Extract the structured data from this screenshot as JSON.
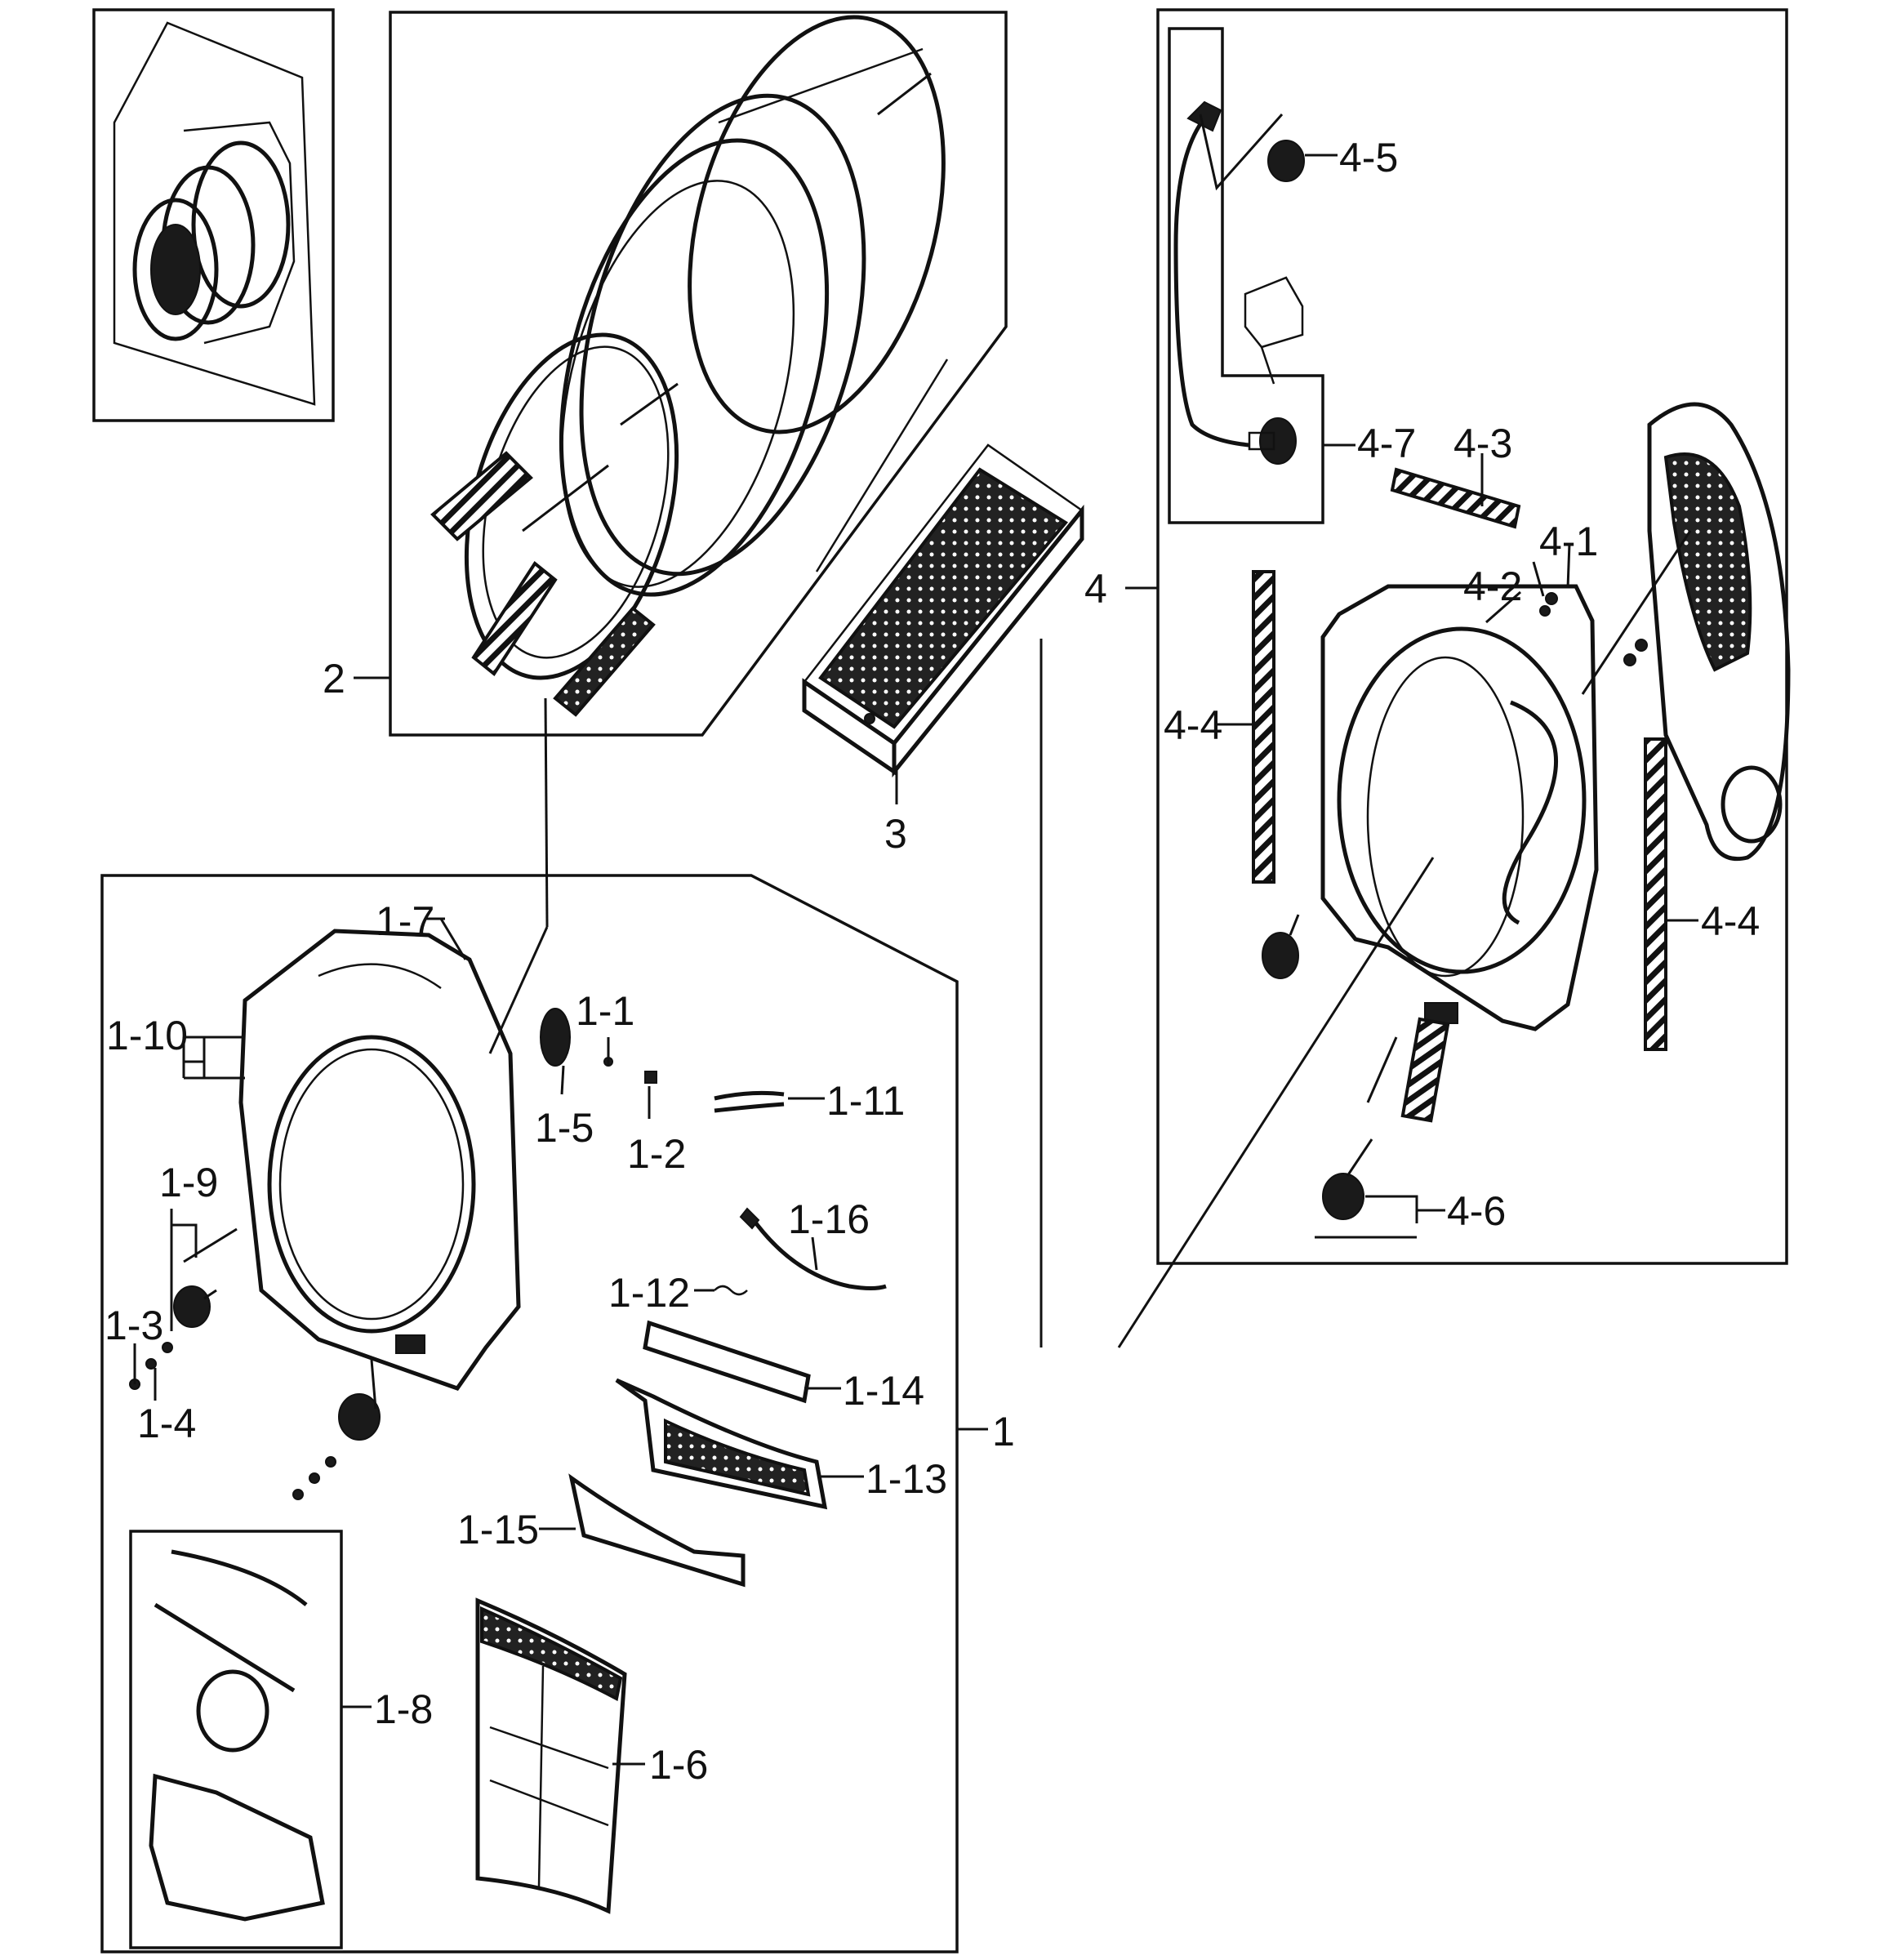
{
  "diagram": {
    "labels": {
      "p1": "1",
      "p1_1": "1-1",
      "p1_2": "1-2",
      "p1_3": "1-3",
      "p1_4": "1-4",
      "p1_5": "1-5",
      "p1_6": "1-6",
      "p1_7": "1-7",
      "p1_8": "1-8",
      "p1_9": "1-9",
      "p1_10": "1-10",
      "p1_11": "1-11",
      "p1_12": "1-12",
      "p1_13": "1-13",
      "p1_14": "1-14",
      "p1_15": "1-15",
      "p1_16": "1-16",
      "p2": "2",
      "p3": "3",
      "p4": "4",
      "p4_1": "4-1",
      "p4_2": "4-2",
      "p4_3": "4-3",
      "p4_4a": "4-4",
      "p4_4b": "4-4",
      "p4_5": "4-5",
      "p4_6": "4-6",
      "p4_7": "4-7"
    }
  }
}
